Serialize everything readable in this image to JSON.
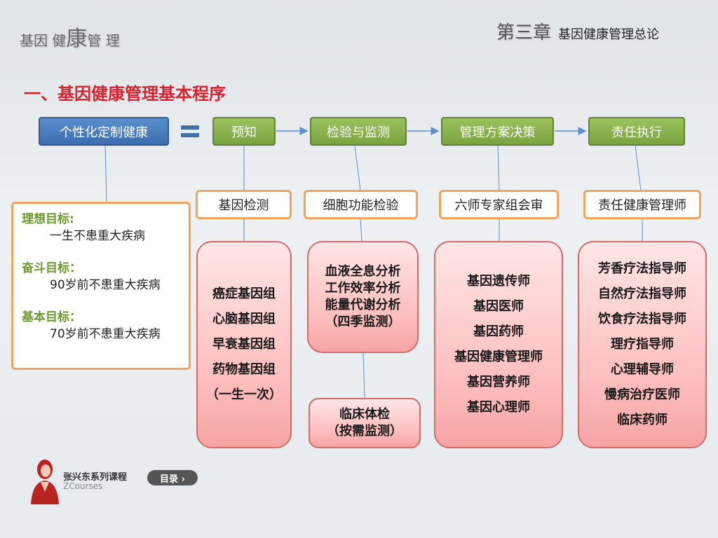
{
  "header": {
    "logo_small1": "基因 健",
    "logo_big": "康",
    "logo_small2": "管 理",
    "chapter": "第三章",
    "chapter_title": "基因健康管理总论"
  },
  "title": "一、基因健康管理基本程序",
  "flow": {
    "start": "个性化定制健康",
    "steps": [
      "预知",
      "检验与监测",
      "管理方案决策",
      "责任执行"
    ]
  },
  "subheads": [
    "基因检测",
    "细胞功能检验",
    "六师专家组会审",
    "责任健康管理师"
  ],
  "goals": [
    {
      "label": "理想目标:",
      "value": "一生不患重大疾病"
    },
    {
      "label": "奋斗目标：",
      "value": "90岁前不患重大疾病"
    },
    {
      "label": "基本目标：",
      "value": "70岁前不患重大疾病"
    }
  ],
  "detail": {
    "gene_groups": [
      "癌症基因组",
      "心脑基因组",
      "早衰基因组",
      "药物基因组",
      "（一生一次）"
    ],
    "blood": [
      "血液全息分析",
      "工作效率分析",
      "能量代谢分析",
      "（四季监测）"
    ],
    "clinical": [
      "临床体检",
      "（按需监测）"
    ],
    "experts": [
      "基因遗传师",
      "基因医师",
      "基因药师",
      "基因健康管理师",
      "基因营养师",
      "基因心理师"
    ],
    "therapists": [
      "芳香疗法指导师",
      "自然疗法指导师",
      "饮食疗法指导师",
      "理疗指导师",
      "心理辅导师",
      "慢病治疗医师",
      "临床药师"
    ]
  },
  "footer": {
    "name": "张兴东系列课程",
    "sub": "ZCourses",
    "toc": "目录 ›"
  },
  "colors": {
    "title": "#d8222f",
    "blue": "#3c6eb0",
    "green": "#7aa33f",
    "orange_border": "#f0a45c",
    "pink": "#fdbcbc"
  }
}
